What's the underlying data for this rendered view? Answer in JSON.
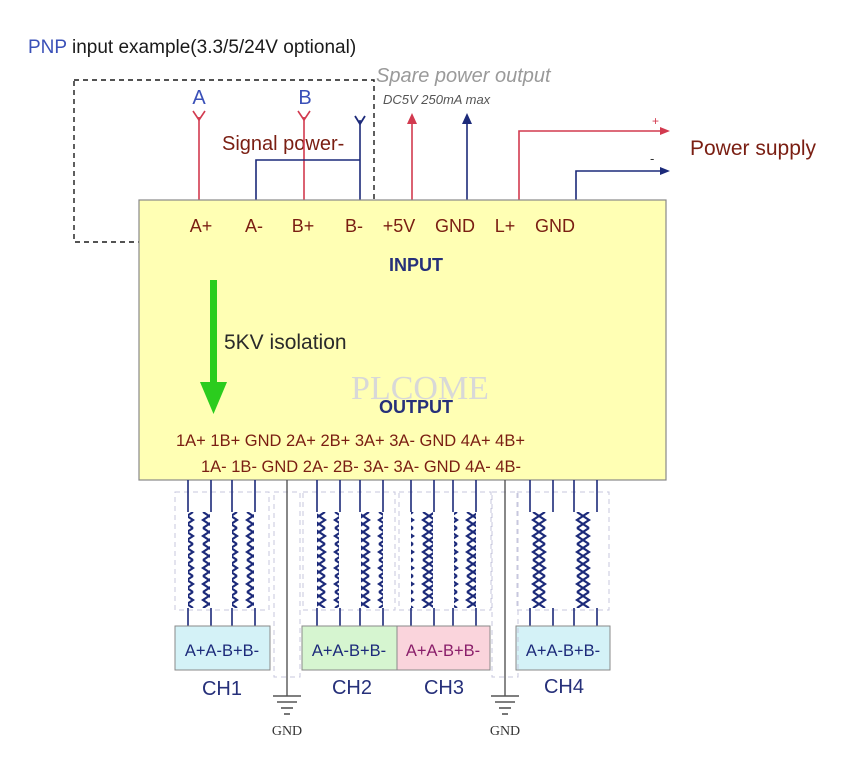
{
  "title": {
    "prefix": "PNP",
    "rest": " input example(3.3/5/24V optional)"
  },
  "signals": {
    "a": "A",
    "b": "B",
    "signal_power": "Signal power-"
  },
  "spare": {
    "label": "Spare power output",
    "spec": "DC5V 250mA max"
  },
  "power_supply": {
    "label": "Power supply",
    "plus": "+",
    "minus": "-"
  },
  "input_pins": [
    "A+",
    "A-",
    "B+",
    "B-",
    "+5V",
    "GND",
    "L+",
    "GND"
  ],
  "input_label": "INPUT",
  "isolation_label": "5KV isolation",
  "watermark": "PLCOME",
  "output_label": "OUTPUT",
  "output_row1": "1A+ 1B+ GND 2A+ 2B+ 3A+ 3A- GND 4A+ 4B+",
  "output_row2": "1A- 1B- GND 2A- 2B- 3A- 3A- GND 4A- 4B-",
  "channels": [
    {
      "pins": "A+A-B+B-",
      "name": "CH1",
      "color": "#d4f2f7"
    },
    {
      "pins": "A+A-B+B-",
      "name": "CH2",
      "color": "#d6f5d0"
    },
    {
      "pins": "A+A-B+B-",
      "name": "CH3",
      "color": "#fad4dc"
    },
    {
      "pins": "A+A-B+B-",
      "name": "CH4",
      "color": "#d4f2f7"
    }
  ],
  "gnd_labels": [
    "GND",
    "GND"
  ],
  "colors": {
    "module_fill": "#ffffb4",
    "signal_red": "#d23a4f",
    "signal_navy": "#1c2a7a",
    "text_brown": "#7a1e12",
    "label_blue": "#26307a",
    "arrow_green": "#2bcc1e",
    "title_blue": "#3a50b8"
  }
}
